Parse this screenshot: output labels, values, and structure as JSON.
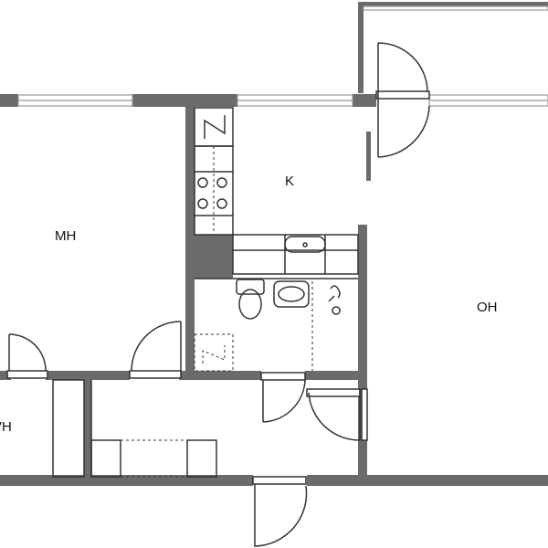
{
  "rooms": {
    "mh": "MH",
    "k": "K",
    "oh": "OH",
    "vh": "VH"
  },
  "colors": {
    "wall": "#6b6b6b",
    "line": "#333333",
    "dashed": "#333333",
    "window": "#999999",
    "background": "#ffffff"
  }
}
